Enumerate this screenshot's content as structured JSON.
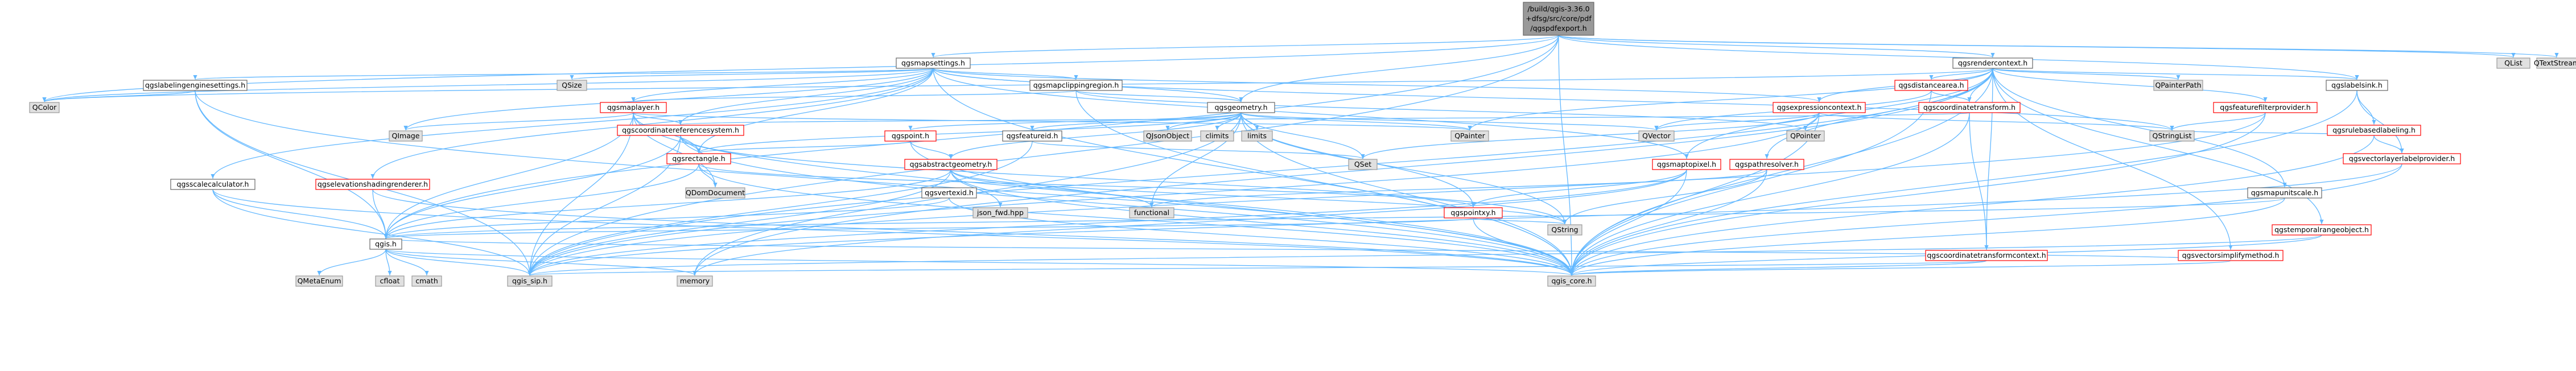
{
  "graph": {
    "root_lines": [
      "/build/qgis-3.36.0",
      "+dfsg/src/core/pdf",
      "/qgspdfexport.h"
    ],
    "colors": {
      "root_fill": "#999999",
      "doc_fill": "#ffffff",
      "doc_border": "#666666",
      "cycle_border": "#ff0000",
      "external_fill": "#e0e0e0",
      "external_border": "#999999",
      "edge": "#63b8ff"
    },
    "nodes": [
      {
        "id": "qgsmapsettings",
        "label": "qgsmapsettings.h",
        "kind": "doc"
      },
      {
        "id": "qgsrendercontext",
        "label": "qgsrendercontext.h",
        "kind": "doc"
      },
      {
        "id": "QList",
        "label": "QList",
        "kind": "ext"
      },
      {
        "id": "QTextStream",
        "label": "QTextStream",
        "kind": "ext"
      },
      {
        "id": "qgslabelingenginesettings",
        "label": "qgslabelingenginesettings.h",
        "kind": "doc"
      },
      {
        "id": "QSize",
        "label": "QSize",
        "kind": "ext"
      },
      {
        "id": "qgsmapclippingregion",
        "label": "qgsmapclippingregion.h",
        "kind": "doc"
      },
      {
        "id": "qgsdistancearea",
        "label": "qgsdistancearea.h",
        "kind": "cycle"
      },
      {
        "id": "QPainterPath",
        "label": "QPainterPath",
        "kind": "ext"
      },
      {
        "id": "qgslabelsink",
        "label": "qgslabelsink.h",
        "kind": "doc"
      },
      {
        "id": "QColor",
        "label": "QColor",
        "kind": "ext"
      },
      {
        "id": "qgsmaplayer",
        "label": "qgsmaplayer.h",
        "kind": "cycle"
      },
      {
        "id": "qgsgeometry",
        "label": "qgsgeometry.h",
        "kind": "doc"
      },
      {
        "id": "qgsexpressioncontext",
        "label": "qgsexpressioncontext.h",
        "kind": "cycle"
      },
      {
        "id": "qgscoordinatetransform",
        "label": "qgscoordinatetransform.h",
        "kind": "cycle"
      },
      {
        "id": "qgsfeaturefilterprovider",
        "label": "qgsfeaturefilterprovider.h",
        "kind": "cycle"
      },
      {
        "id": "qgsrulebasedlabeling",
        "label": "qgsrulebasedlabeling.h",
        "kind": "cycle"
      },
      {
        "id": "QImage",
        "label": "QImage",
        "kind": "ext"
      },
      {
        "id": "qgscoordinatereferencesystem",
        "label": "qgscoordinatereferencesystem.h",
        "kind": "cycle"
      },
      {
        "id": "qgspoint",
        "label": "qgspoint.h",
        "kind": "cycle"
      },
      {
        "id": "qgsfeatureid",
        "label": "qgsfeatureid.h",
        "kind": "doc"
      },
      {
        "id": "QJsonObject",
        "label": "QJsonObject",
        "kind": "ext"
      },
      {
        "id": "climits",
        "label": "climits",
        "kind": "ext"
      },
      {
        "id": "limits",
        "label": "limits",
        "kind": "ext"
      },
      {
        "id": "QPainter",
        "label": "QPainter",
        "kind": "ext"
      },
      {
        "id": "QVector",
        "label": "QVector",
        "kind": "ext"
      },
      {
        "id": "QPointer",
        "label": "QPointer",
        "kind": "ext"
      },
      {
        "id": "QStringList",
        "label": "QStringList",
        "kind": "ext"
      },
      {
        "id": "qgsvectorlayerlabelprovider",
        "label": "qgsvectorlayerlabelprovider.h",
        "kind": "cycle"
      },
      {
        "id": "qgsrectangle",
        "label": "qgsrectangle.h",
        "kind": "cycle"
      },
      {
        "id": "qgsabstractgeometry",
        "label": "qgsabstractgeometry.h",
        "kind": "cycle"
      },
      {
        "id": "QSet",
        "label": "QSet",
        "kind": "ext"
      },
      {
        "id": "qgsmaptopixel",
        "label": "qgsmaptopixel.h",
        "kind": "cycle"
      },
      {
        "id": "qgspathresolver",
        "label": "qgspathresolver.h",
        "kind": "cycle"
      },
      {
        "id": "qgsscalecalculator",
        "label": "qgsscalecalculator.h",
        "kind": "doc"
      },
      {
        "id": "qgselevationshadingrenderer",
        "label": "qgselevationshadingrenderer.h",
        "kind": "cycle"
      },
      {
        "id": "QDomDocument",
        "label": "QDomDocument",
        "kind": "ext"
      },
      {
        "id": "qgsvertexid",
        "label": "qgsvertexid.h",
        "kind": "doc"
      },
      {
        "id": "json_fwd",
        "label": "json_fwd.hpp",
        "kind": "ext"
      },
      {
        "id": "functional",
        "label": "functional",
        "kind": "ext"
      },
      {
        "id": "qgspointxy",
        "label": "qgspointxy.h",
        "kind": "cycle"
      },
      {
        "id": "QString",
        "label": "QString",
        "kind": "ext"
      },
      {
        "id": "qgsmapunitscale",
        "label": "qgsmapunitscale.h",
        "kind": "doc"
      },
      {
        "id": "qgis",
        "label": "qgis.h",
        "kind": "doc"
      },
      {
        "id": "qgscoordinatetransformcontext",
        "label": "qgscoordinatetransformcontext.h",
        "kind": "cycle"
      },
      {
        "id": "qgsvectorsimplifymethod",
        "label": "qgsvectorsimplifymethod.h",
        "kind": "cycle"
      },
      {
        "id": "qgstemporalrangeobject",
        "label": "qgstemporalrangeobject.h",
        "kind": "cycle"
      },
      {
        "id": "QMetaEnum",
        "label": "QMetaEnum",
        "kind": "ext"
      },
      {
        "id": "cfloat",
        "label": "cfloat",
        "kind": "ext"
      },
      {
        "id": "cmath",
        "label": "cmath",
        "kind": "ext"
      },
      {
        "id": "qgis_sip",
        "label": "qgis_sip.h",
        "kind": "ext"
      },
      {
        "id": "memory",
        "label": "memory",
        "kind": "ext"
      },
      {
        "id": "qgis_core",
        "label": "qgis_core.h",
        "kind": "ext"
      }
    ],
    "edges": [
      [
        "root",
        "qgsmapsettings"
      ],
      [
        "root",
        "qgsrendercontext"
      ],
      [
        "root",
        "QList"
      ],
      [
        "root",
        "QTextStream"
      ],
      [
        "root",
        "qgslabelsink"
      ],
      [
        "root",
        "qgsgeometry"
      ],
      [
        "root",
        "qgis_sip"
      ],
      [
        "root",
        "qgis_core"
      ],
      [
        "root",
        "QColor"
      ],
      [
        "root",
        "qgis"
      ],
      [
        "qgsmapsettings",
        "qgslabelingenginesettings"
      ],
      [
        "qgsmapsettings",
        "QSize"
      ],
      [
        "qgsmapsettings",
        "qgsmapclippingregion"
      ],
      [
        "qgsmapsettings",
        "qgsmaplayer"
      ],
      [
        "qgsmapsettings",
        "qgsgeometry"
      ],
      [
        "qgsmapsettings",
        "qgsexpressioncontext"
      ],
      [
        "qgsmapsettings",
        "qgscoordinatereferencesystem"
      ],
      [
        "qgsmapsettings",
        "qgsrectangle"
      ],
      [
        "qgsmapsettings",
        "qgsscalecalculator"
      ],
      [
        "qgsmapsettings",
        "qgselevationshadingrenderer"
      ],
      [
        "qgsmapsettings",
        "QImage"
      ],
      [
        "qgsmapsettings",
        "QColor"
      ],
      [
        "qgsmapsettings",
        "QStringList"
      ],
      [
        "qgsmapsettings",
        "qgsmaptopixel"
      ],
      [
        "qgsmapsettings",
        "qgis_core"
      ],
      [
        "qgsrendercontext",
        "qgsdistancearea"
      ],
      [
        "qgsrendercontext",
        "QPainterPath"
      ],
      [
        "qgsrendercontext",
        "qgslabelsink"
      ],
      [
        "qgsrendercontext",
        "qgsexpressioncontext"
      ],
      [
        "qgsrendercontext",
        "qgscoordinatetransform"
      ],
      [
        "qgsrendercontext",
        "qgsfeaturefilterprovider"
      ],
      [
        "qgsrendercontext",
        "qgsmaptopixel"
      ],
      [
        "qgsrendercontext",
        "qgspathresolver"
      ],
      [
        "qgsrendercontext",
        "qgsmapunitscale"
      ],
      [
        "qgsrendercontext",
        "qgsvectorsimplifymethod"
      ],
      [
        "qgsrendercontext",
        "qgstemporalrangeobject"
      ],
      [
        "qgsrendercontext",
        "QPainter"
      ],
      [
        "qgsrendercontext",
        "qgscoordinatetransformcontext"
      ],
      [
        "qgsrendercontext",
        "qgis_core"
      ],
      [
        "qgsrendercontext",
        "QColor"
      ],
      [
        "qgsrendercontext",
        "qgis_sip"
      ],
      [
        "qgsrendercontext",
        "memory"
      ],
      [
        "qgslabelingenginesettings",
        "QColor"
      ],
      [
        "qgslabelingenginesettings",
        "qgis"
      ],
      [
        "qgslabelingenginesettings",
        "qgis_core"
      ],
      [
        "qgslabelingenginesettings",
        "qgis_sip"
      ],
      [
        "qgsmapclippingregion",
        "qgsmaplayer"
      ],
      [
        "qgsmapclippingregion",
        "qgsgeometry"
      ],
      [
        "qgsmapclippingregion",
        "QPointer"
      ],
      [
        "qgsmapclippingregion",
        "qgis_core"
      ],
      [
        "qgsdistancearea",
        "qgscoordinatetransform"
      ],
      [
        "qgsdistancearea",
        "QVector"
      ],
      [
        "qgsdistancearea",
        "qgis_core"
      ],
      [
        "qgsdistancearea",
        "qgsellipsoidutils"
      ],
      [
        "qgslabelsink",
        "qgsrulebasedlabeling"
      ],
      [
        "qgslabelsink",
        "qgsvectorlayerlabelprovider"
      ],
      [
        "qgslabelsink",
        "qgis_core"
      ],
      [
        "qgsmaplayer",
        "QImage"
      ],
      [
        "qgsmaplayer",
        "qgscoordinatereferencesystem"
      ],
      [
        "qgsmaplayer",
        "qgsrectangle"
      ],
      [
        "qgsmaplayer",
        "QDomDocument"
      ],
      [
        "qgsmaplayer",
        "qgis"
      ],
      [
        "qgsmaplayer",
        "qgis_core"
      ],
      [
        "qgsmaplayer",
        "qgis_sip"
      ],
      [
        "qgsmaplayer",
        "QPainter"
      ],
      [
        "qgsgeometry",
        "qgspoint"
      ],
      [
        "qgsgeometry",
        "qgsfeatureid"
      ],
      [
        "qgsgeometry",
        "QJsonObject"
      ],
      [
        "qgsgeometry",
        "climits"
      ],
      [
        "qgsgeometry",
        "limits"
      ],
      [
        "qgsgeometry",
        "QPainter"
      ],
      [
        "qgsgeometry",
        "qgsabstractgeometry"
      ],
      [
        "qgsgeometry",
        "QSet"
      ],
      [
        "qgsgeometry",
        "qgsrectangle"
      ],
      [
        "qgsgeometry",
        "qgspointxy"
      ],
      [
        "qgsgeometry",
        "QString"
      ],
      [
        "qgsgeometry",
        "qgis_core"
      ],
      [
        "qgsgeometry",
        "memory"
      ],
      [
        "qgsgeometry",
        "functional"
      ],
      [
        "qgsgeometry",
        "QVector"
      ],
      [
        "qgsexpressioncontext",
        "QVector"
      ],
      [
        "qgsexpressioncontext",
        "QStringList"
      ],
      [
        "qgsexpressioncontext",
        "QSet"
      ],
      [
        "qgsexpressioncontext",
        "qgis_core"
      ],
      [
        "qgsexpressioncontext",
        "qgis_sip"
      ],
      [
        "qgsexpressioncontext",
        "QPointer"
      ],
      [
        "qgscoordinatetransform",
        "qgscoordinatereferencesystem"
      ],
      [
        "qgscoordinatetransform",
        "qgscoordinatetransformcontext"
      ],
      [
        "qgscoordinatetransform",
        "qgis_core"
      ],
      [
        "qgsfeaturefilterprovider",
        "QStringList"
      ],
      [
        "qgsfeaturefilterprovider",
        "qgis_core"
      ],
      [
        "qgsfeaturefilterprovider",
        "qgis_sip"
      ],
      [
        "qgsrulebasedlabeling",
        "QStringList"
      ],
      [
        "qgsrulebasedlabeling",
        "qgsvectorlayerlabelprovider"
      ],
      [
        "qgsrulebasedlabeling",
        "qgis_core"
      ],
      [
        "qgscoordinatereferencesystem",
        "qgsrectangle"
      ],
      [
        "qgscoordinatereferencesystem",
        "QString"
      ],
      [
        "qgscoordinatereferencesystem",
        "qgis"
      ],
      [
        "qgscoordinatereferencesystem",
        "qgis_core"
      ],
      [
        "qgscoordinatereferencesystem",
        "qgis_sip"
      ],
      [
        "qgspoint",
        "qgsrectangle"
      ],
      [
        "qgspoint",
        "qgsabstractgeometry"
      ],
      [
        "qgspoint",
        "qgis_core"
      ],
      [
        "qgsfeatureid",
        "QSet"
      ],
      [
        "qgsfeatureid",
        "qgis_sip"
      ],
      [
        "qgsvectorlayerlabelprovider",
        "qgis_core"
      ],
      [
        "qgsvectorlayerlabelprovider",
        "qgis_sip"
      ],
      [
        "qgsrectangle",
        "qgis"
      ],
      [
        "qgsrectangle",
        "qgspointxy"
      ],
      [
        "qgsrectangle",
        "qgis_core"
      ],
      [
        "qgsrectangle",
        "QDomDocument"
      ],
      [
        "qgsabstractgeometry",
        "functional"
      ],
      [
        "qgsabstractgeometry",
        "QString"
      ],
      [
        "qgsabstractgeometry",
        "json_fwd"
      ],
      [
        "qgsabstractgeometry",
        "qgis"
      ],
      [
        "qgsabstractgeometry",
        "qgis_core"
      ],
      [
        "qgsabstractgeometry",
        "qgis_sip"
      ],
      [
        "qgsmaptopixel",
        "qgspointxy"
      ],
      [
        "qgsmaptopixel",
        "qgis_core"
      ],
      [
        "qgsmaptopixel",
        "qgis_sip"
      ],
      [
        "qgsmaptopixel",
        "memory"
      ],
      [
        "qgspathresolver",
        "functional"
      ],
      [
        "qgspathresolver",
        "qgis_core"
      ],
      [
        "qgspathresolver",
        "QString"
      ],
      [
        "qgsscalecalculator",
        "qgis"
      ],
      [
        "qgsscalecalculator",
        "qgis_core"
      ],
      [
        "qgsscalecalculator",
        "qgis_sip"
      ],
      [
        "qgselevationshadingrenderer",
        "qgis"
      ],
      [
        "qgselevationshadingrenderer",
        "qgis_core"
      ],
      [
        "qgsvertexid",
        "qgis"
      ],
      [
        "qgsvertexid",
        "qgis_core"
      ],
      [
        "qgspointxy",
        "qgis"
      ],
      [
        "qgspointxy",
        "QString"
      ],
      [
        "qgspointxy",
        "qgis_core"
      ],
      [
        "qgsmapunitscale",
        "qgis"
      ],
      [
        "qgsmapunitscale",
        "qgis_core"
      ],
      [
        "qgis",
        "QMetaEnum"
      ],
      [
        "qgis",
        "cfloat"
      ],
      [
        "qgis",
        "cmath"
      ],
      [
        "qgis",
        "qgis_sip"
      ],
      [
        "qgis",
        "memory"
      ],
      [
        "qgis",
        "qgis_core"
      ],
      [
        "qgscoordinatetransformcontext",
        "qgis_core"
      ],
      [
        "qgscoordinatetransformcontext",
        "qgis_sip"
      ],
      [
        "qgsvectorsimplifymethod",
        "qgis_core"
      ],
      [
        "qgsvectorsimplifymethod",
        "qgis"
      ],
      [
        "qgstemporalrangeobject",
        "qgis_core"
      ],
      [
        "qgstemporalrangeobject",
        "qgis_sip"
      ]
    ]
  }
}
